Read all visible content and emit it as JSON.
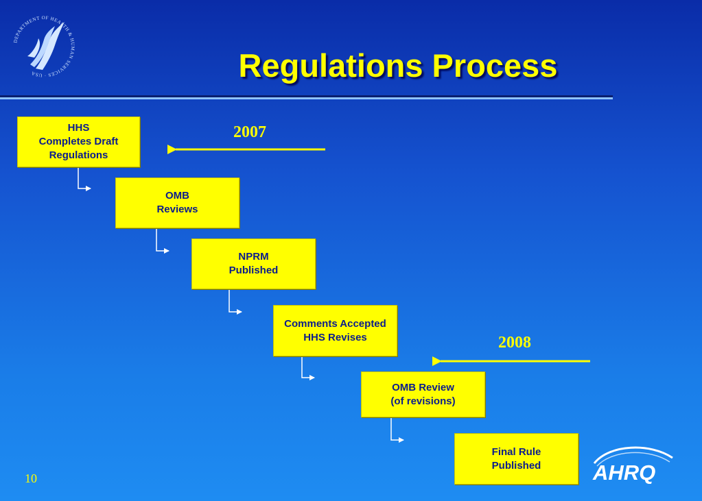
{
  "slide": {
    "title": "Regulations Process",
    "page_number": "10"
  },
  "steps": [
    {
      "id": "step-1",
      "text": "HHS\nCompletes Draft\nRegulations"
    },
    {
      "id": "step-2",
      "text": "OMB\nReviews"
    },
    {
      "id": "step-3",
      "text": "NPRM\nPublished"
    },
    {
      "id": "step-4",
      "text": "Comments Accepted\nHHS Revises"
    },
    {
      "id": "step-5",
      "text": "OMB Review\n(of revisions)"
    },
    {
      "id": "step-6",
      "text": "Final Rule\nPublished"
    }
  ],
  "years": [
    {
      "label": "2007",
      "points_to": "step-1"
    },
    {
      "label": "2008",
      "points_to": "step-5"
    }
  ],
  "logos": {
    "hhs_seal": "DEPARTMENT OF HEALTH & HUMAN SERVICES · USA",
    "ahrq": "AHRQ"
  },
  "colors": {
    "box_fill": "#ffff00",
    "box_text": "#0b1c8c",
    "accent": "#ffff00"
  }
}
